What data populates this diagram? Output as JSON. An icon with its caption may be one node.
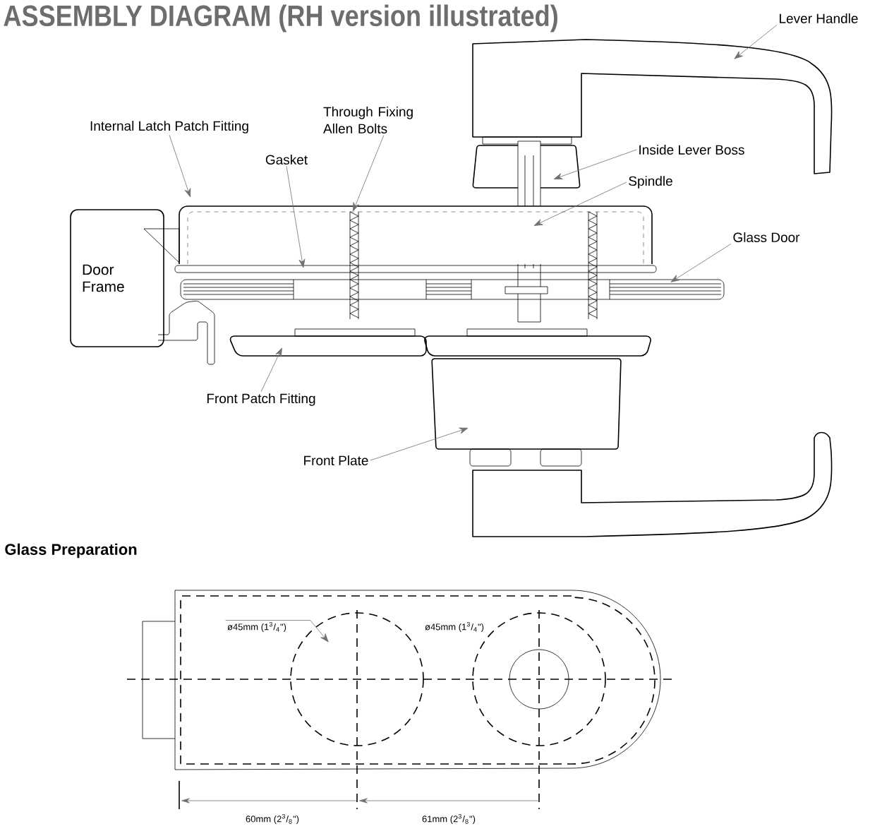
{
  "diagram": {
    "title": "ASSEMBLY DIAGRAM (RH version illustrated)",
    "nodes": [
      {
        "text": [
          "Lever Handle"
        ]
      },
      {
        "text": [
          "Internal Latch Patch Fitting"
        ]
      },
      {
        "text": [
          "Through Fixing Allen Bolts"
        ]
      },
      {
        "text": [
          "Gasket"
        ]
      },
      {
        "text": [
          "Inside Lever Boss"
        ]
      },
      {
        "text": [
          "Spindle"
        ]
      },
      {
        "text": [
          "Glass Door"
        ]
      },
      {
        "text": [
          "Door Frame"
        ]
      },
      {
        "text": [
          "Front Patch Fitting"
        ]
      },
      {
        "text": [
          "Front Plate"
        ]
      },
      {
        "text": [
          "ø45mm (1$^{3}$/$_{4}$\")"
        ]
      }
    ],
    "edges": [
      {
        "from": 0,
        "to": null,
        "arrow": "to"
      },
      {
        "from": 1,
        "to": null,
        "arrow": "to"
      },
      {
        "from": 2,
        "to": null,
        "arrow": "to"
      },
      {
        "from": 3,
        "to": null,
        "arrow": "to"
      },
      {
        "from": 4,
        "to": null,
        "arrow": "to"
      },
      {
        "from": 5,
        "to": null,
        "arrow": "to"
      },
      {
        "from": 6,
        "to": null,
        "arrow": "to"
      },
      {
        "from": 8,
        "to": null,
        "arrow": "to"
      },
      {
        "from": 9,
        "to": null,
        "arrow": "to"
      },
      {
        "from": 10,
        "to": null,
        "arrow": "to"
      }
    ],
    "labels": [
      "Glass Preparation",
      "ø45mm (1$^{3}$/$_{4}$\")",
      "60mm (2$^{3}$/$_{8}$\")",
      "61mm (2$^{3}$/$_{8}$\")"
    ]
  }
}
